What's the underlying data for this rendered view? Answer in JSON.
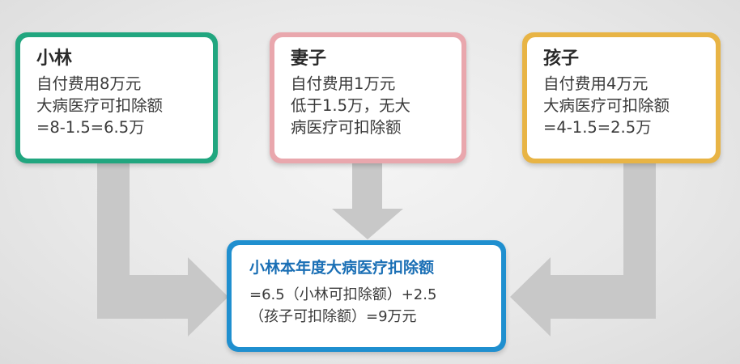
{
  "boxes": {
    "xiaolin": {
      "title": "小林",
      "lines": [
        "自付费用8万元",
        "大病医疗可扣除额",
        "=8-1.5=6.5万"
      ],
      "border_color": "#21a67f"
    },
    "wife": {
      "title": "妻子",
      "lines": [
        "自付费用1万元",
        "低于1.5万，无大",
        "病医疗可扣除额"
      ],
      "border_color": "#e9a7ad"
    },
    "child": {
      "title": "孩子",
      "lines": [
        "自付费用4万元",
        "大病医疗可扣除额",
        "=4-1.5=2.5万"
      ],
      "border_color": "#e8b445"
    }
  },
  "result": {
    "title": "小林本年度大病医疗扣除额",
    "lines": [
      "=6.5（小林可扣除额）+2.5",
      "（孩子可扣除额）=9万元"
    ],
    "border_color": "#1f8fcf"
  },
  "colors": {
    "arrow": "#c8c8c8",
    "result_title": "#1a6fb5"
  }
}
